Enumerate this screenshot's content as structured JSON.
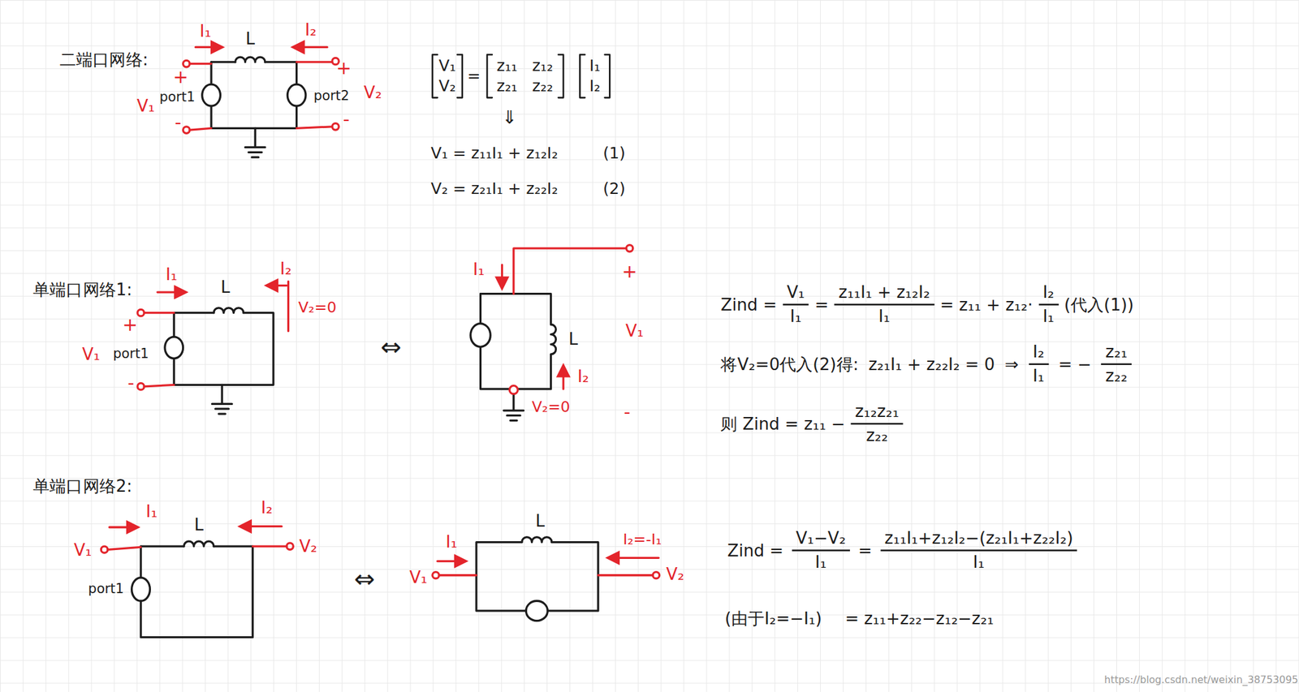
{
  "diagram": {
    "labels": [
      "二端口网络:",
      "I₁",
      "L",
      "I₂",
      "+",
      "V₁",
      "port1",
      "-",
      "+",
      "port2",
      "V₂",
      "-",
      "V₁",
      "V₂",
      "=",
      "z₁₁",
      "z₁₂",
      "z₂₁",
      "z₂₂",
      "I₁",
      "I₂",
      "⇓",
      "V₁ = z₁₁I₁ + z₁₂I₂",
      "(1)",
      "V₂ = z₂₁I₁ + z₂₂I₂",
      "(2)",
      "单端口网络1:",
      "I₁",
      "L",
      "I₂",
      "V₂=0",
      "+",
      "V₁",
      "port1",
      "-",
      "⇔",
      "I₁",
      "+",
      "V₁",
      "L",
      "I₂",
      "V₂=0",
      "-",
      "Zind =",
      "V₁",
      "I₁",
      "=",
      "z₁₁I₁ + z₁₂I₂",
      "I₁",
      "= z₁₁ + z₁₂·",
      "I₂",
      "I₁",
      "(代入(1))",
      "将V₂=0代入(2)得:",
      "z₂₁I₁ + z₂₂I₂ = 0",
      "⇒",
      "I₂",
      "I₁",
      "= −",
      "z₂₁",
      "z₂₂",
      "则 Zind = z₁₁ −",
      "z₁₂z₂₁",
      "z₂₂",
      "单端口网络2:",
      "I₁",
      "L",
      "I₂",
      "V₁",
      "V₂",
      "port1",
      "⇔",
      "L",
      "I₁",
      "V₁",
      "I₂=-I₁",
      "V₂",
      "Zind =",
      "V₁−V₂",
      "I₁",
      "=",
      "z₁₁I₁+z₁₂I₂−(z₂₁I₁+z₂₂I₂)",
      "I₁",
      "(由于I₂=−I₁)",
      "= z₁₁+z₂₂−z₁₂−z₂₁",
      "https://blog.csdn.net/weixin_38753095"
    ]
  }
}
